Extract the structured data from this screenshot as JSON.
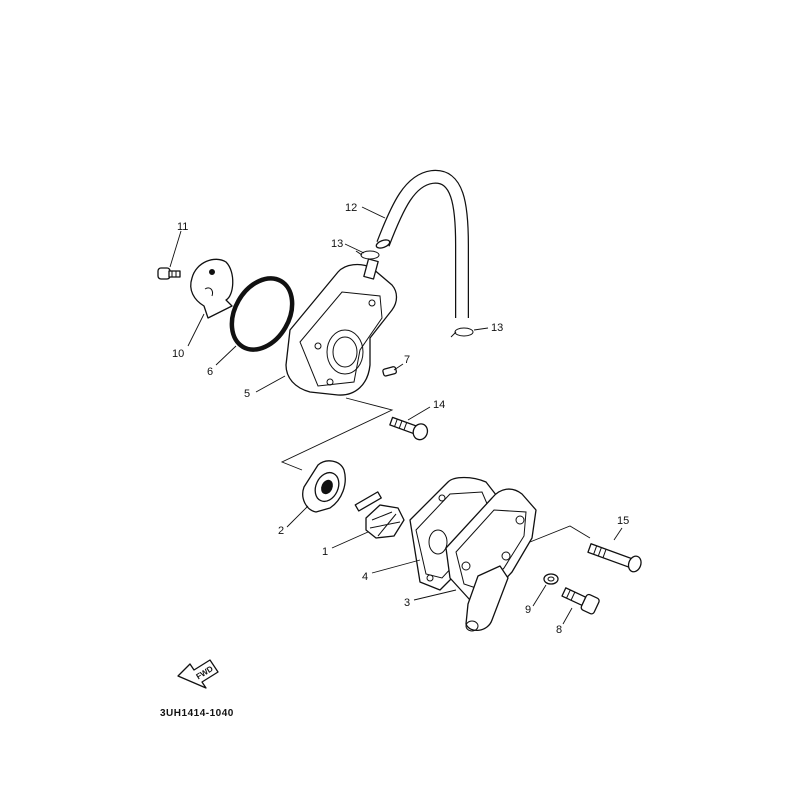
{
  "diagram": {
    "drawing_code": "3UH1414-1040",
    "direction_badge": "FWD",
    "callouts": [
      {
        "id": "c1",
        "number": "1"
      },
      {
        "id": "c2",
        "number": "2"
      },
      {
        "id": "c3",
        "number": "3"
      },
      {
        "id": "c4",
        "number": "4"
      },
      {
        "id": "c5",
        "number": "5"
      },
      {
        "id": "c6",
        "number": "6"
      },
      {
        "id": "c7",
        "number": "7"
      },
      {
        "id": "c8",
        "number": "8"
      },
      {
        "id": "c9",
        "number": "9"
      },
      {
        "id": "c10",
        "number": "10"
      },
      {
        "id": "c11",
        "number": "11"
      },
      {
        "id": "c12",
        "number": "12"
      },
      {
        "id": "c13a",
        "number": "13"
      },
      {
        "id": "c13b",
        "number": "13"
      },
      {
        "id": "c14",
        "number": "14"
      },
      {
        "id": "c15",
        "number": "15"
      }
    ]
  }
}
